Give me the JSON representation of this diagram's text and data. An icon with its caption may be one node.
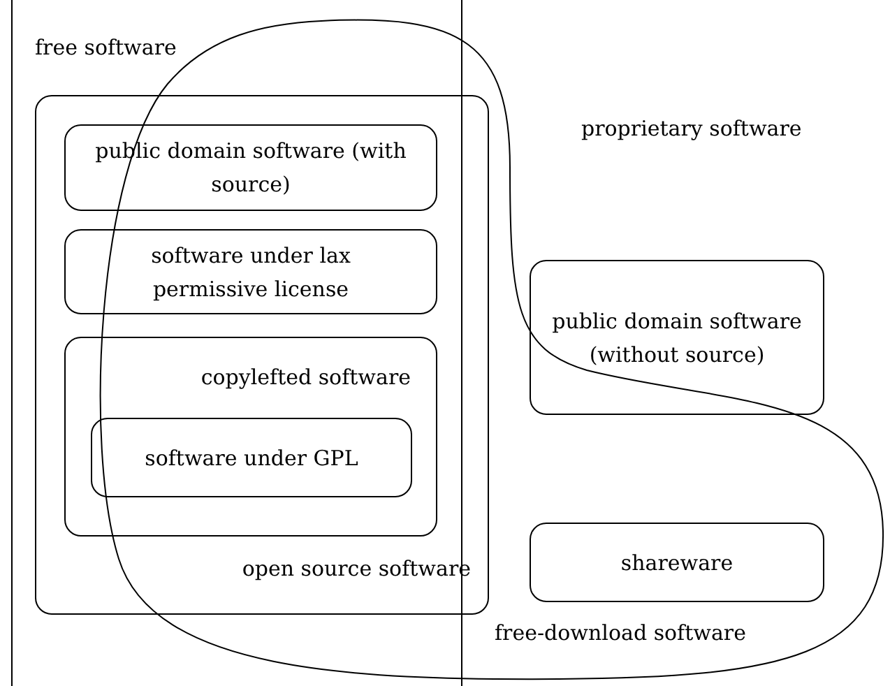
{
  "diagram": {
    "nodes": [
      {
        "text": [
          "free software"
        ]
      },
      {
        "text": [
          "open source software"
        ]
      },
      {
        "text": [
          "public domain software (with source)"
        ],
        "in": 1
      },
      {
        "text": [
          "software under lax permissive license"
        ],
        "in": 1
      },
      {
        "text": [
          "copylefted software"
        ],
        "in": 1
      },
      {
        "text": [
          "software under GPL"
        ],
        "in": 4
      },
      {
        "text": [
          "proprietary software"
        ]
      },
      {
        "text": [
          "public domain software (without source)"
        ],
        "in": 6
      },
      {
        "text": [
          "shareware"
        ],
        "in": 6
      },
      {
        "text": [
          "free-download software"
        ]
      }
    ]
  }
}
